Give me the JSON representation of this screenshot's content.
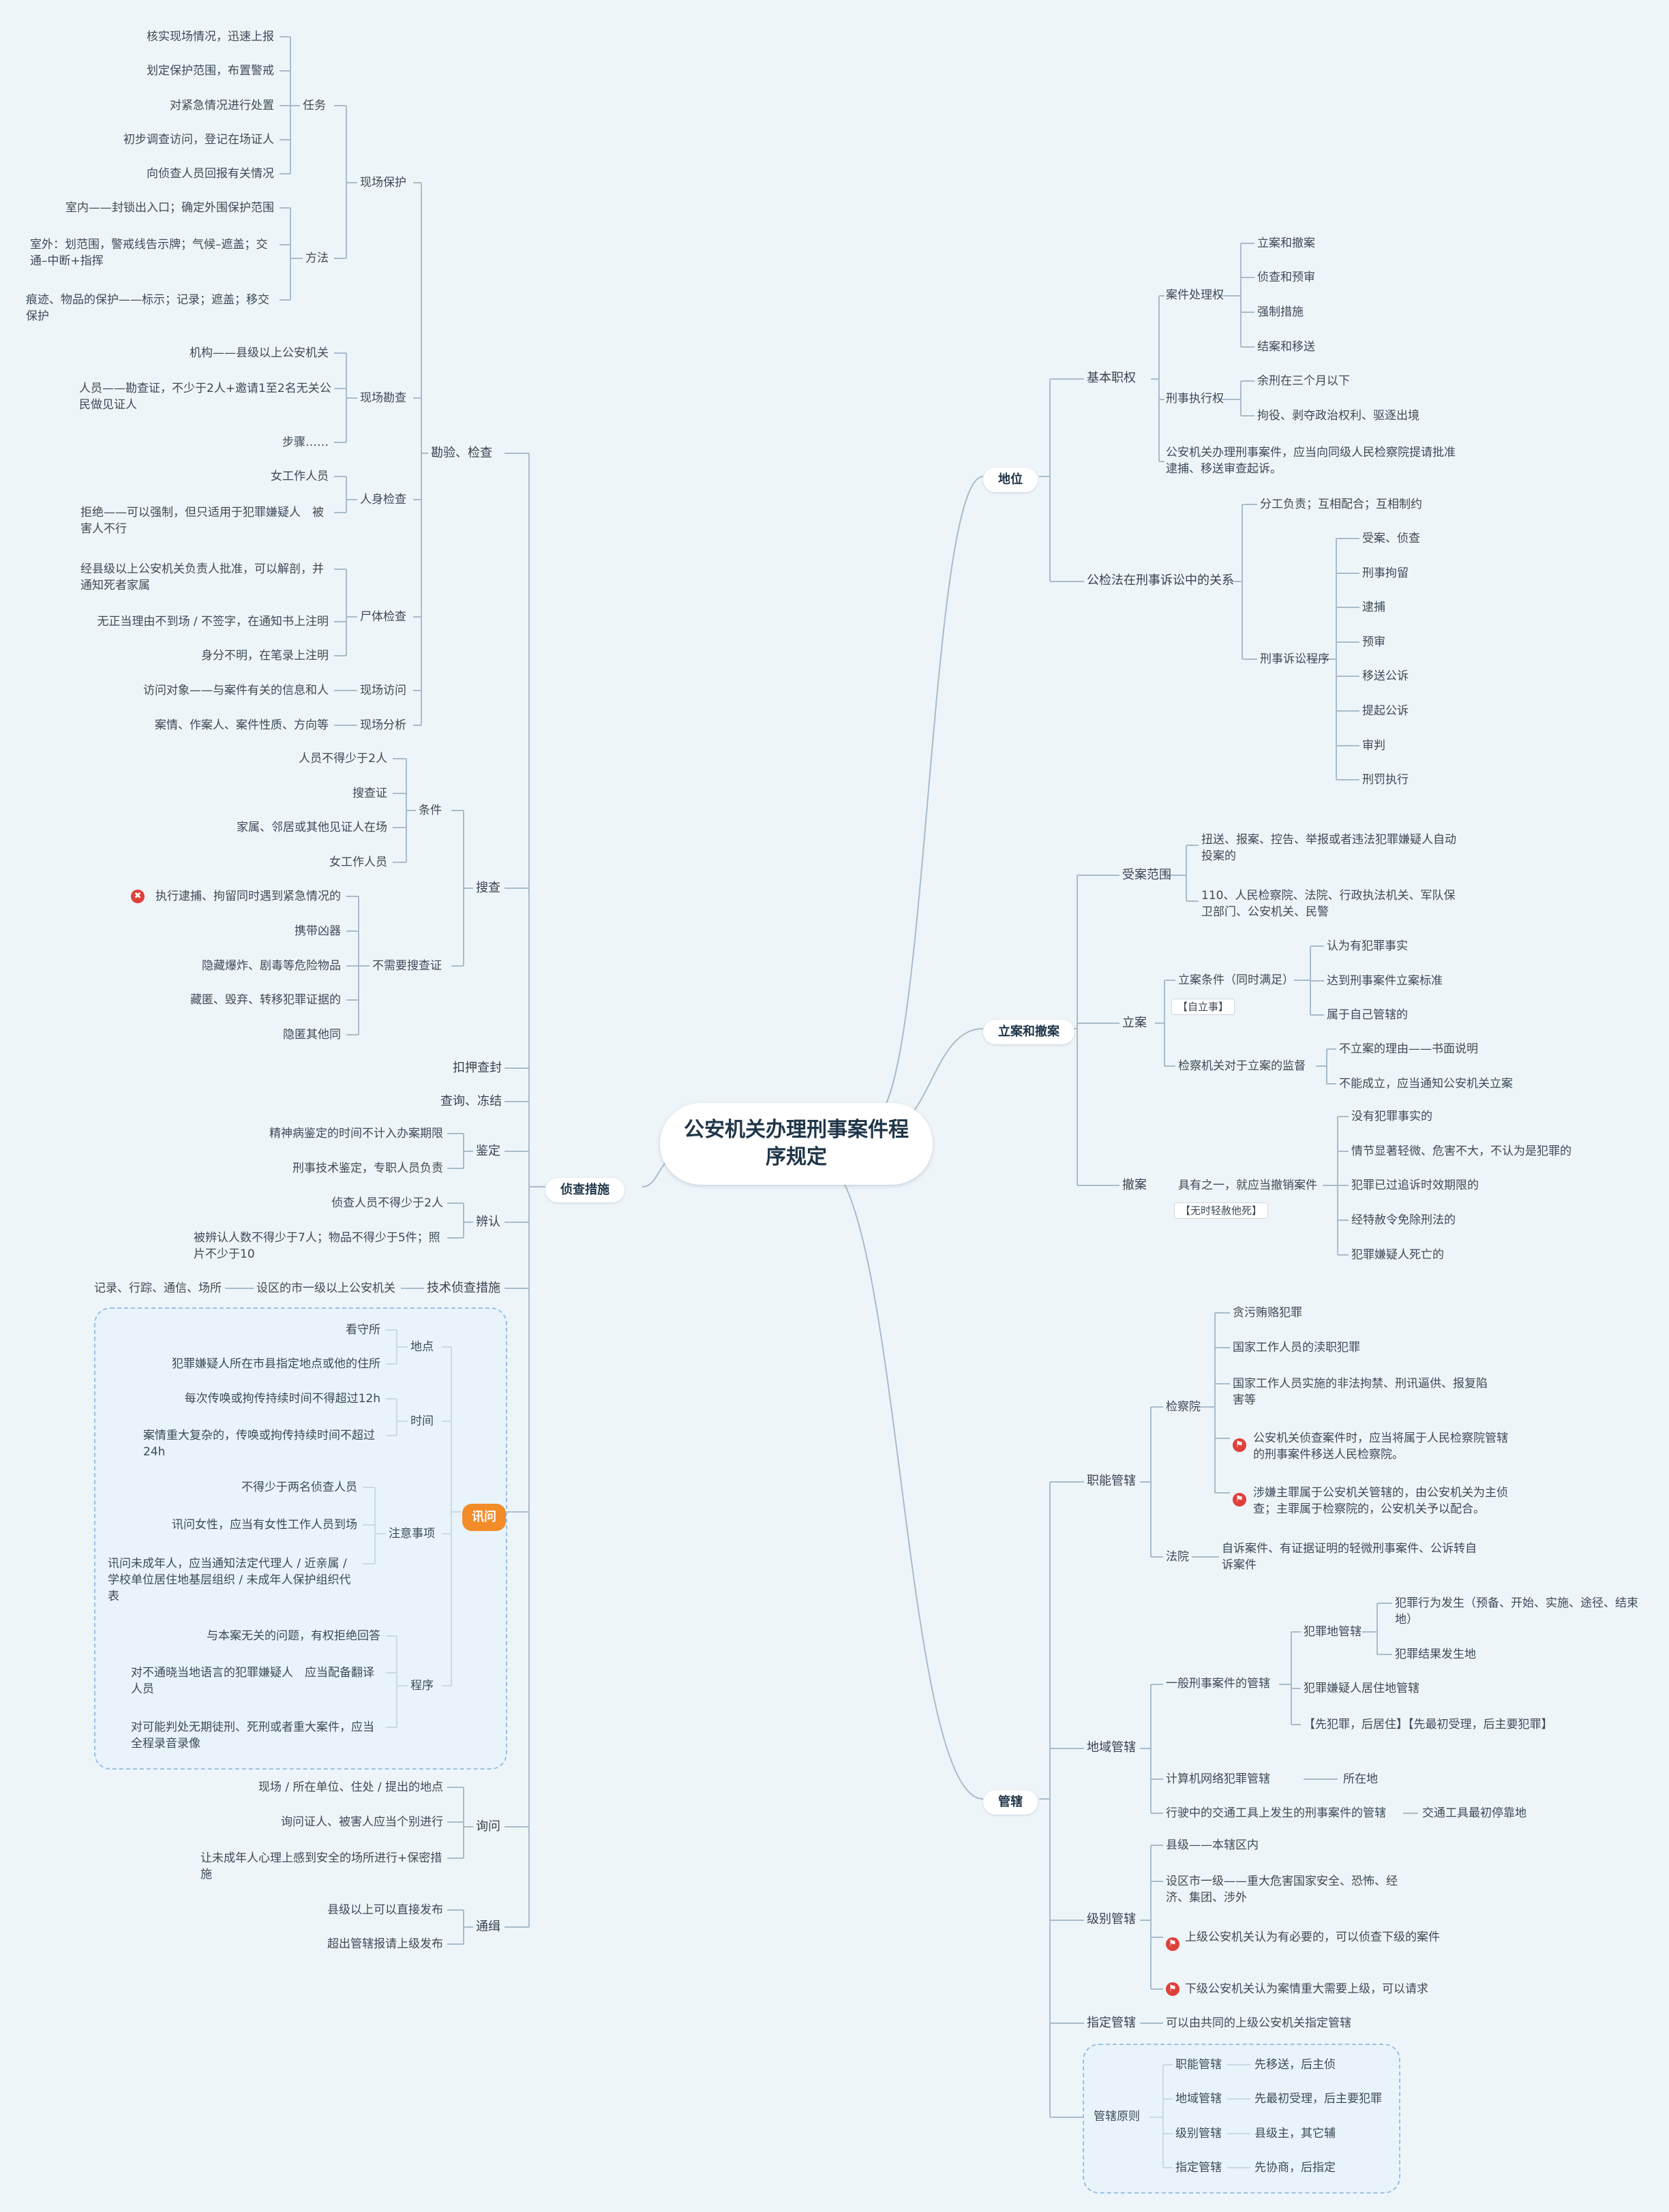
{
  "root": "公安机关办理刑事案件程序规定",
  "diwei": {
    "label": "地位",
    "jiben": "基本职权",
    "anjian": "案件处理权",
    "anjian_items": [
      "立案和撤案",
      "侦查和预审",
      "强制措施",
      "结案和移送"
    ],
    "xingshi": "刑事执行权",
    "xingshi_items": [
      "余刑在三个月以下",
      "拘役、剥夺政治权利、驱逐出境"
    ],
    "jiben_note": "公安机关办理刑事案件，应当向同级人民检察院提请批准逮捕、移送审查起诉。",
    "gongjianfa": "公检法在刑事诉讼中的关系",
    "fengong": "分工负责；互相配合；互相制约",
    "chengxu": "刑事诉讼程序",
    "chengxu_items": [
      "受案、侦查",
      "刑事拘留",
      "逮捕",
      "预审",
      "移送公诉",
      "提起公诉",
      "审判",
      "刑罚执行"
    ]
  },
  "lian": {
    "label": "立案和撤案",
    "shouan": "受案范围",
    "shouan_items": [
      "扭送、报案、控告、举报或者违法犯罪嫌疑人自动投案的",
      "110、人民检察院、法院、行政执法机关、军队保卫部门、公安机关、民警"
    ],
    "lian": "立案",
    "tiaojian": "立案条件（同时满足）",
    "tiaojian_tag": "【自立事】",
    "tiaojian_items": [
      "认为有犯罪事实",
      "达到刑事案件立案标准",
      "属于自己管辖的"
    ],
    "jiandu": "检察机关对于立案的监督",
    "jiandu_items": [
      "不立案的理由——书面说明",
      "不能成立，应当通知公安机关立案"
    ],
    "chean": "撤案",
    "juyou": "具有之一，就应当撤销案件",
    "juyou_tag": "【无时轻赦他死】",
    "chean_items": [
      "没有犯罪事实的",
      "情节显著轻微、危害不大，不认为是犯罪的",
      "犯罪已过追诉时效期限的",
      "经特赦令免除刑法的",
      "犯罪嫌疑人死亡的"
    ]
  },
  "guanxia": {
    "label": "管辖",
    "zhineng": "职能管辖",
    "jianchayuan": "检察院",
    "jcy_items": [
      "贪污贿赂犯罪",
      "国家工作人员的渎职犯罪",
      "国家工作人员实施的非法拘禁、刑讯逼供、报复陷害等",
      "公安机关侦查案件时，应当将属于人民检察院管辖的刑事案件移送人民检察院。",
      "涉嫌主罪属于公安机关管辖的，由公安机关为主侦查；主罪属于检察院的，公安机关予以配合。"
    ],
    "fayuan": "法院",
    "fayuan_item": "自诉案件、有证据证明的轻微刑事案件、公诉转自诉案件",
    "diyu": "地域管辖",
    "yiban": "一般刑事案件的管辖",
    "fanzuidi": "犯罪地管辖",
    "fanzuidi_items": [
      "犯罪行为发生（预备、开始、实施、途径、结束地）",
      "犯罪结果发生地"
    ],
    "juzhu": "犯罪嫌疑人居住地管辖",
    "yiban_note": "【先犯罪，后居住】【先最初受理，后主要犯罪】",
    "jisuanji": "计算机网络犯罪管辖",
    "jisuanji_item": "所在地",
    "xingshi": "行驶中的交通工具上发生的刑事案件的管辖",
    "xingshi_item": "交通工具最初停靠地",
    "jibie": "级别管辖",
    "jibie_items": [
      "县级——本辖区内",
      "设区市一级——重大危害国家安全、恐怖、经济、集团、涉外",
      "上级公安机关认为有必要的，可以侦查下级的案件",
      "下级公安机关认为案情重大需要上级，可以请求"
    ],
    "zhiding": "指定管辖",
    "zhiding_item": "可以由共同的上级公安机关指定管辖",
    "yuanze": "管辖原则",
    "yuanze_items": [
      {
        "k": "职能管辖",
        "v": "先移送，后主侦"
      },
      {
        "k": "地域管辖",
        "v": "先最初受理，后主要犯罪"
      },
      {
        "k": "级别管辖",
        "v": "县级主，其它辅"
      },
      {
        "k": "指定管辖",
        "v": "先协商，后指定"
      }
    ]
  },
  "zhencha": {
    "label": "侦查措施",
    "kanyan": "勘验、检查",
    "xianchang": "现场保护",
    "renwu": "任务",
    "renwu_items": [
      "核实现场情况，迅速上报",
      "划定保护范围，布置警戒",
      "对紧急情况进行处置",
      "初步调查访问，登记在场证人",
      "向侦查人员回报有关情况"
    ],
    "fangfa": "方法",
    "fangfa_items": [
      "室内——封锁出入口；确定外围保护范围",
      "室外：划范围，警戒线告示牌；气候–遮盖；交通–中断+指挥",
      "痕迹、物品的保护——标示；记录；遮盖；移交保护"
    ],
    "kancha": "现场勘查",
    "kancha_items": [
      "机构——县级以上公安机关",
      "人员——勘查证，不少于2人+邀请1至2名无关公民做见证人",
      "步骤……"
    ],
    "renshen": "人身检查",
    "renshen_items": [
      "女工作人员",
      "拒绝——可以强制，但只适用于犯罪嫌疑人　被害人不行"
    ],
    "shiti": "尸体检查",
    "shiti_items": [
      "经县级以上公安机关负责人批准，可以解剖，并通知死者家属",
      "无正当理由不到场 / 不签字，在通知书上注明",
      "身分不明，在笔录上注明"
    ],
    "fangwen": "现场访问",
    "fangwen_item": "访问对象——与案件有关的信息和人",
    "fenxi": "现场分析",
    "fenxi_item": "案情、作案人、案件性质、方向等",
    "soucha": "搜查",
    "tiaojian": "条件",
    "tiaojian_items": [
      "人员不得少于2人",
      "搜查证",
      "家属、邻居或其他见证人在场",
      "女工作人员"
    ],
    "buxuyao": "不需要搜查证",
    "buxuyao_items": [
      "执行逮捕、拘留同时遇到紧急情况的",
      "携带凶器",
      "隐藏爆炸、剧毒等危险物品",
      "藏匿、毁弃、转移犯罪证据的",
      "隐匿其他同"
    ],
    "kouya": "扣押查封",
    "chaxun": "查询、冻结",
    "jianding": "鉴定",
    "jianding_items": [
      "精神病鉴定的时间不计入办案期限",
      "刑事技术鉴定，专职人员负责"
    ],
    "bianren": "辨认",
    "bianren_items": [
      "侦查人员不得少于2人",
      "被辨认人数不得少于7人；物品不得少于5件；照片不少于10"
    ],
    "jishu": "技术侦查措施",
    "jishu_mid": "设区的市一级以上公安机关",
    "jishu_left": "记录、行踪、通信、场所",
    "xunwen": "讯问",
    "didian": "地点",
    "didian_items": [
      "看守所",
      "犯罪嫌疑人所在市县指定地点或他的住所"
    ],
    "shijian": "时间",
    "shijian_items": [
      "每次传唤或拘传持续时间不得超过12h",
      "案情重大复杂的，传唤或拘传持续时间不超过24h"
    ],
    "zhuyi": "注意事项",
    "zhuyi_items": [
      "不得少于两名侦查人员",
      "讯问女性，应当有女性工作人员到场",
      "讯问未成年人，应当通知法定代理人 / 近亲属 / 学校单位居住地基层组织 / 未成年人保护组织代表"
    ],
    "chengxu": "程序",
    "chengxu_items": [
      "与本案无关的问题，有权拒绝回答",
      "对不通晓当地语言的犯罪嫌疑人　应当配备翻译人员",
      "对可能判处无期徒刑、死刑或者重大案件，应当全程录音录像"
    ],
    "xunwen2": "询问",
    "xunwen2_items": [
      "现场 / 所在单位、住处 / 提出的地点",
      "询问证人、被害人应当个别进行",
      "让未成年人心理上感到安全的场所进行+保密措施"
    ],
    "tongji": "通缉",
    "tongji_items": [
      "县级以上可以直接发布",
      "超出管辖报请上级发布"
    ]
  },
  "colors": {
    "background": "#eef5f9",
    "line": "#a8bccb",
    "accent": "#f28c28",
    "flag": "#e0403a",
    "zone_border": "#9cc0e2"
  }
}
